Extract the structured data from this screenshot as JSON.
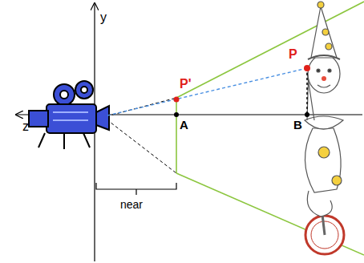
{
  "diagram": {
    "labels": [
      "y",
      "z",
      "P'",
      "P",
      "A",
      "B",
      "near"
    ]
  }
}
